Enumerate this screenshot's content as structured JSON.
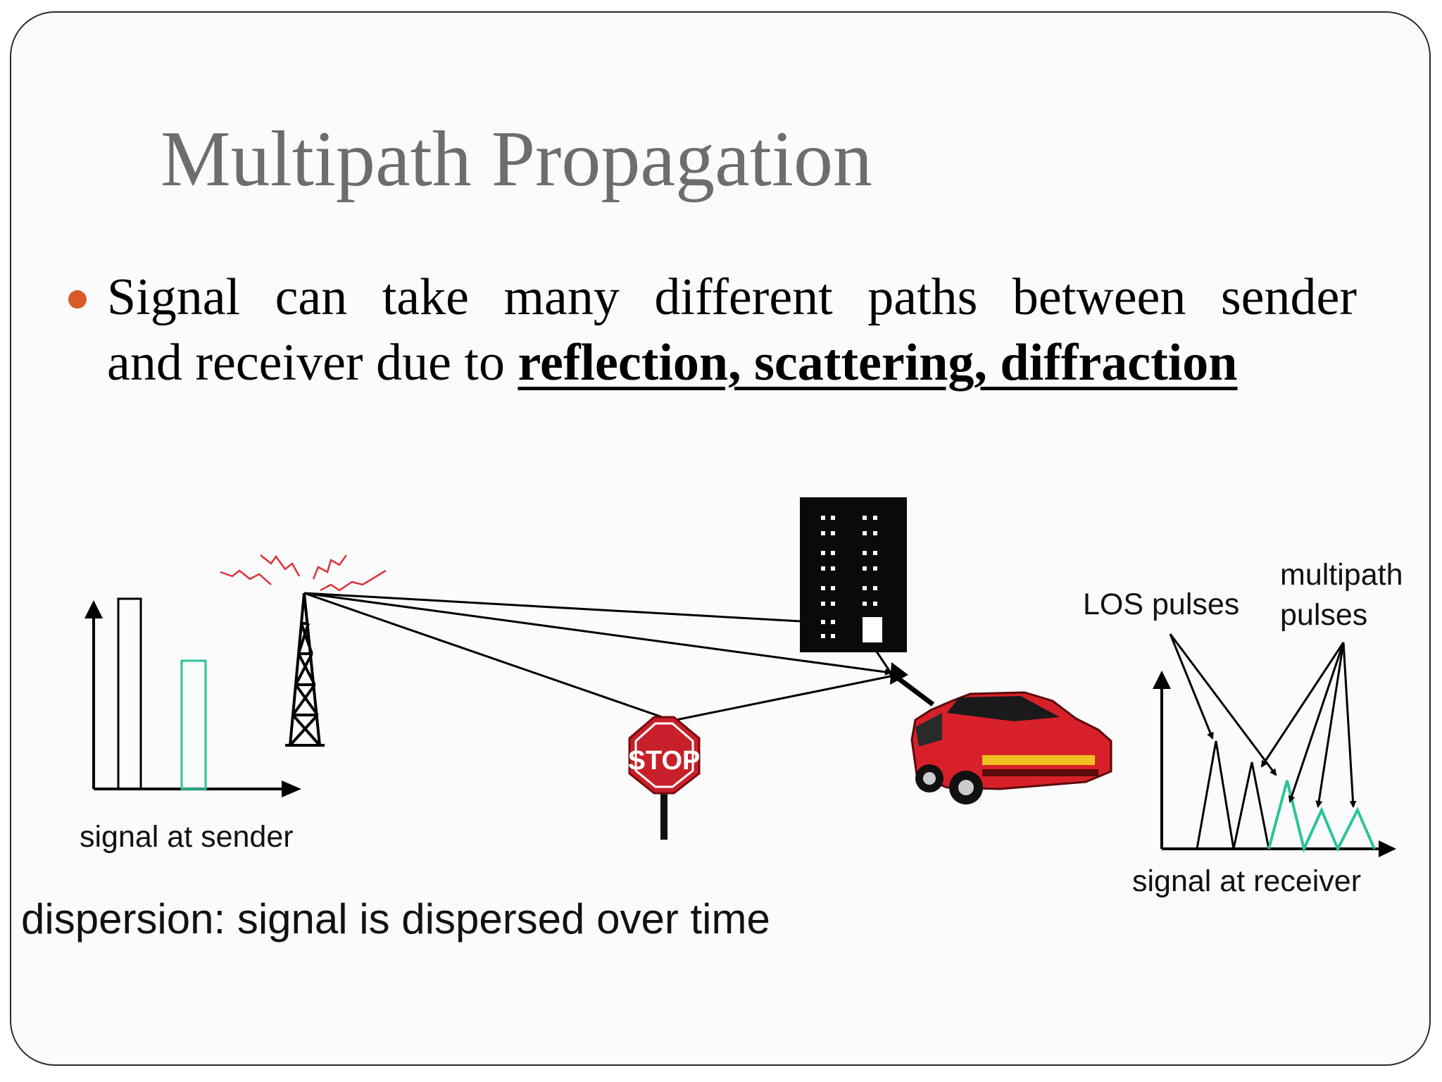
{
  "slide": {
    "title": "Multipath Propagation",
    "bullet": {
      "line1": "Signal can take many different paths between sender",
      "line2_prefix": "and receiver due to ",
      "line2_emphasis": "reflection, scattering, diffraction"
    }
  },
  "diagram": {
    "sender_label": "signal at sender",
    "receiver_label": "signal at receiver",
    "los_label": "LOS pulses",
    "multipath_label_1": "multipath",
    "multipath_label_2": "pulses",
    "stop_sign_text": "STOP",
    "dispersion_caption": "dispersion: signal is dispersed over time"
  },
  "colors": {
    "title": "#6d6d6d",
    "bullet": "#d95a26",
    "multipath_pulse": "#2cc39a",
    "car": "#d8202a",
    "stop_sign": "#c8202a",
    "antenna_waves": "#e0303a",
    "building": "#0a0a0a"
  }
}
